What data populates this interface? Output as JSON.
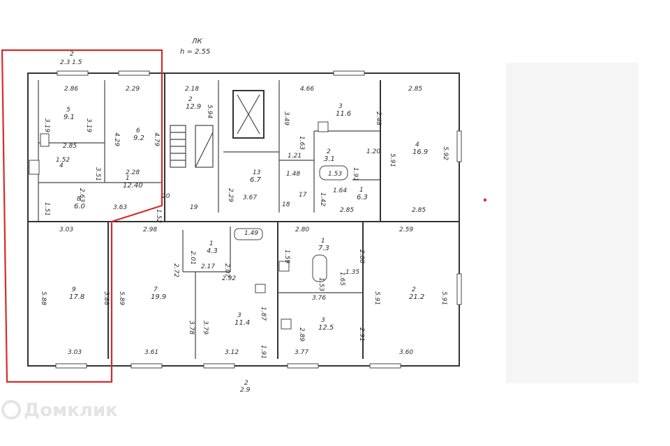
{
  "header": {
    "label": "ЛК",
    "height": "h = 2.55"
  },
  "top_ref": {
    "num": "2",
    "text": "2.3 1.5"
  },
  "bottom_ref": {
    "num": "2",
    "text": "2.9"
  },
  "rooms": [
    {
      "id": "r5",
      "num": "5",
      "area": "9.1"
    },
    {
      "id": "r6",
      "num": "6",
      "area": "9.2"
    },
    {
      "id": "r4a",
      "num": "4",
      "area": ""
    },
    {
      "id": "r8",
      "num": "8",
      "area": "6.0"
    },
    {
      "id": "r1a",
      "num": "1",
      "area": "12.40"
    },
    {
      "id": "r2a",
      "num": "2",
      "area": "12.9"
    },
    {
      "id": "r13",
      "num": "13",
      "area": "6.7"
    },
    {
      "id": "r3a",
      "num": "3",
      "area": "11.6"
    },
    {
      "id": "r2b",
      "num": "2",
      "area": "3.1"
    },
    {
      "id": "r1b",
      "num": "1",
      "area": "6.3"
    },
    {
      "id": "r4b",
      "num": "4",
      "area": "16.9"
    },
    {
      "id": "r9",
      "num": "9",
      "area": "17.8"
    },
    {
      "id": "r7",
      "num": "7",
      "area": "19.9"
    },
    {
      "id": "r1c",
      "num": "1",
      "area": "4.3"
    },
    {
      "id": "r3b",
      "num": "3",
      "area": "11.4"
    },
    {
      "id": "r1d",
      "num": "1",
      "area": "7.3"
    },
    {
      "id": "r3c",
      "num": "3",
      "area": "12.5"
    },
    {
      "id": "r2c",
      "num": "2",
      "area": "21.2"
    }
  ],
  "dimensions": [
    "2.86",
    "2.29",
    "2.18",
    "5.94",
    "4.66",
    "2.85",
    "3.19",
    "3.19",
    "4.29",
    "4.79",
    "2.85",
    "1.52",
    "2.63",
    "1.51",
    "3.51",
    "2.28",
    "3.63",
    "1.52",
    "20",
    "19",
    "2.29",
    "1.48",
    "3.67",
    "18",
    "17",
    "1.21",
    "1.63",
    "3.49",
    "2.48",
    "1.20",
    "5.91",
    "1.53",
    "1.91",
    "1.64",
    "1.42",
    "2.85",
    "2.85",
    "5.92",
    "3.03",
    "2.98",
    "1.49",
    "2.80",
    "2.59",
    "5.88",
    "5.88",
    "5.89",
    "2.72",
    "2.01",
    "2.17",
    "2.07",
    "2.92",
    "1.59",
    "2.88",
    "1.35",
    "1.53",
    "1.65",
    "5.91",
    "5.91",
    "3.76",
    "3.78",
    "3.79",
    "1.87",
    "2.89",
    "2.91",
    "1.91",
    "3.03",
    "3.61",
    "3.12",
    "3.77",
    "3.60"
  ],
  "watermark": {
    "brand": "Домклик"
  },
  "colors": {
    "highlight": "#d62a2a",
    "line": "#333333"
  }
}
